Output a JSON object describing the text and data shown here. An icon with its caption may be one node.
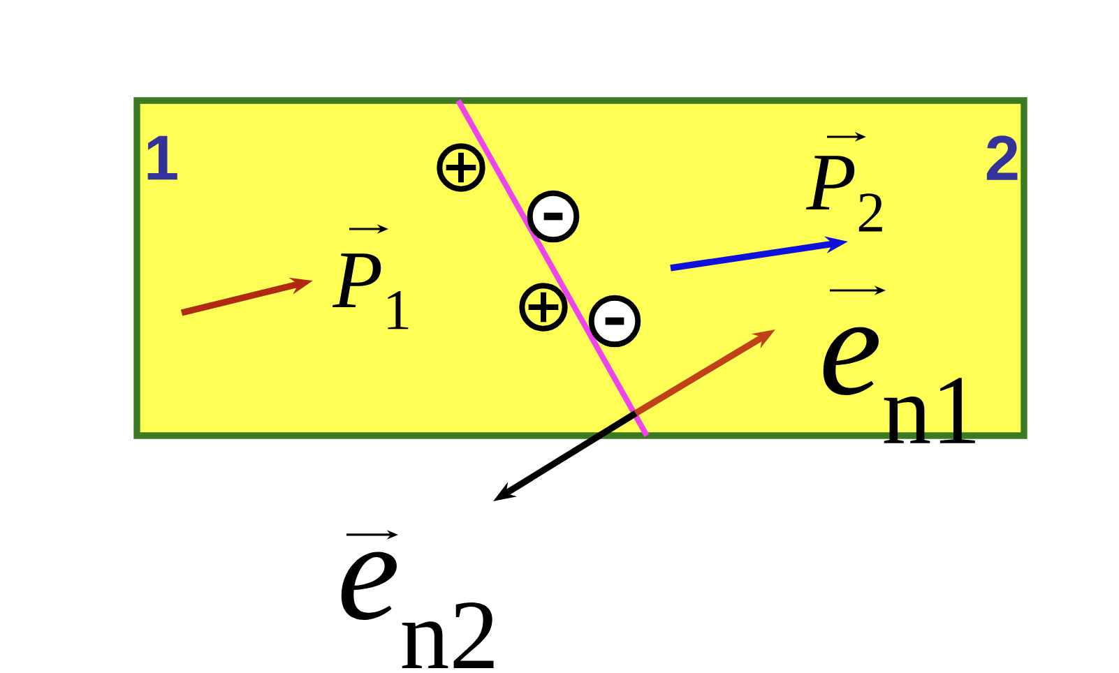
{
  "diagram": {
    "nodes": [
      {
        "text": [
          "1",
          "2"
        ]
      }
    ],
    "labels": [
      "*P*$_{1}$",
      "*P*$_{2}$",
      "*e*$_{n1}$",
      "*e*$_{n2}$"
    ]
  }
}
